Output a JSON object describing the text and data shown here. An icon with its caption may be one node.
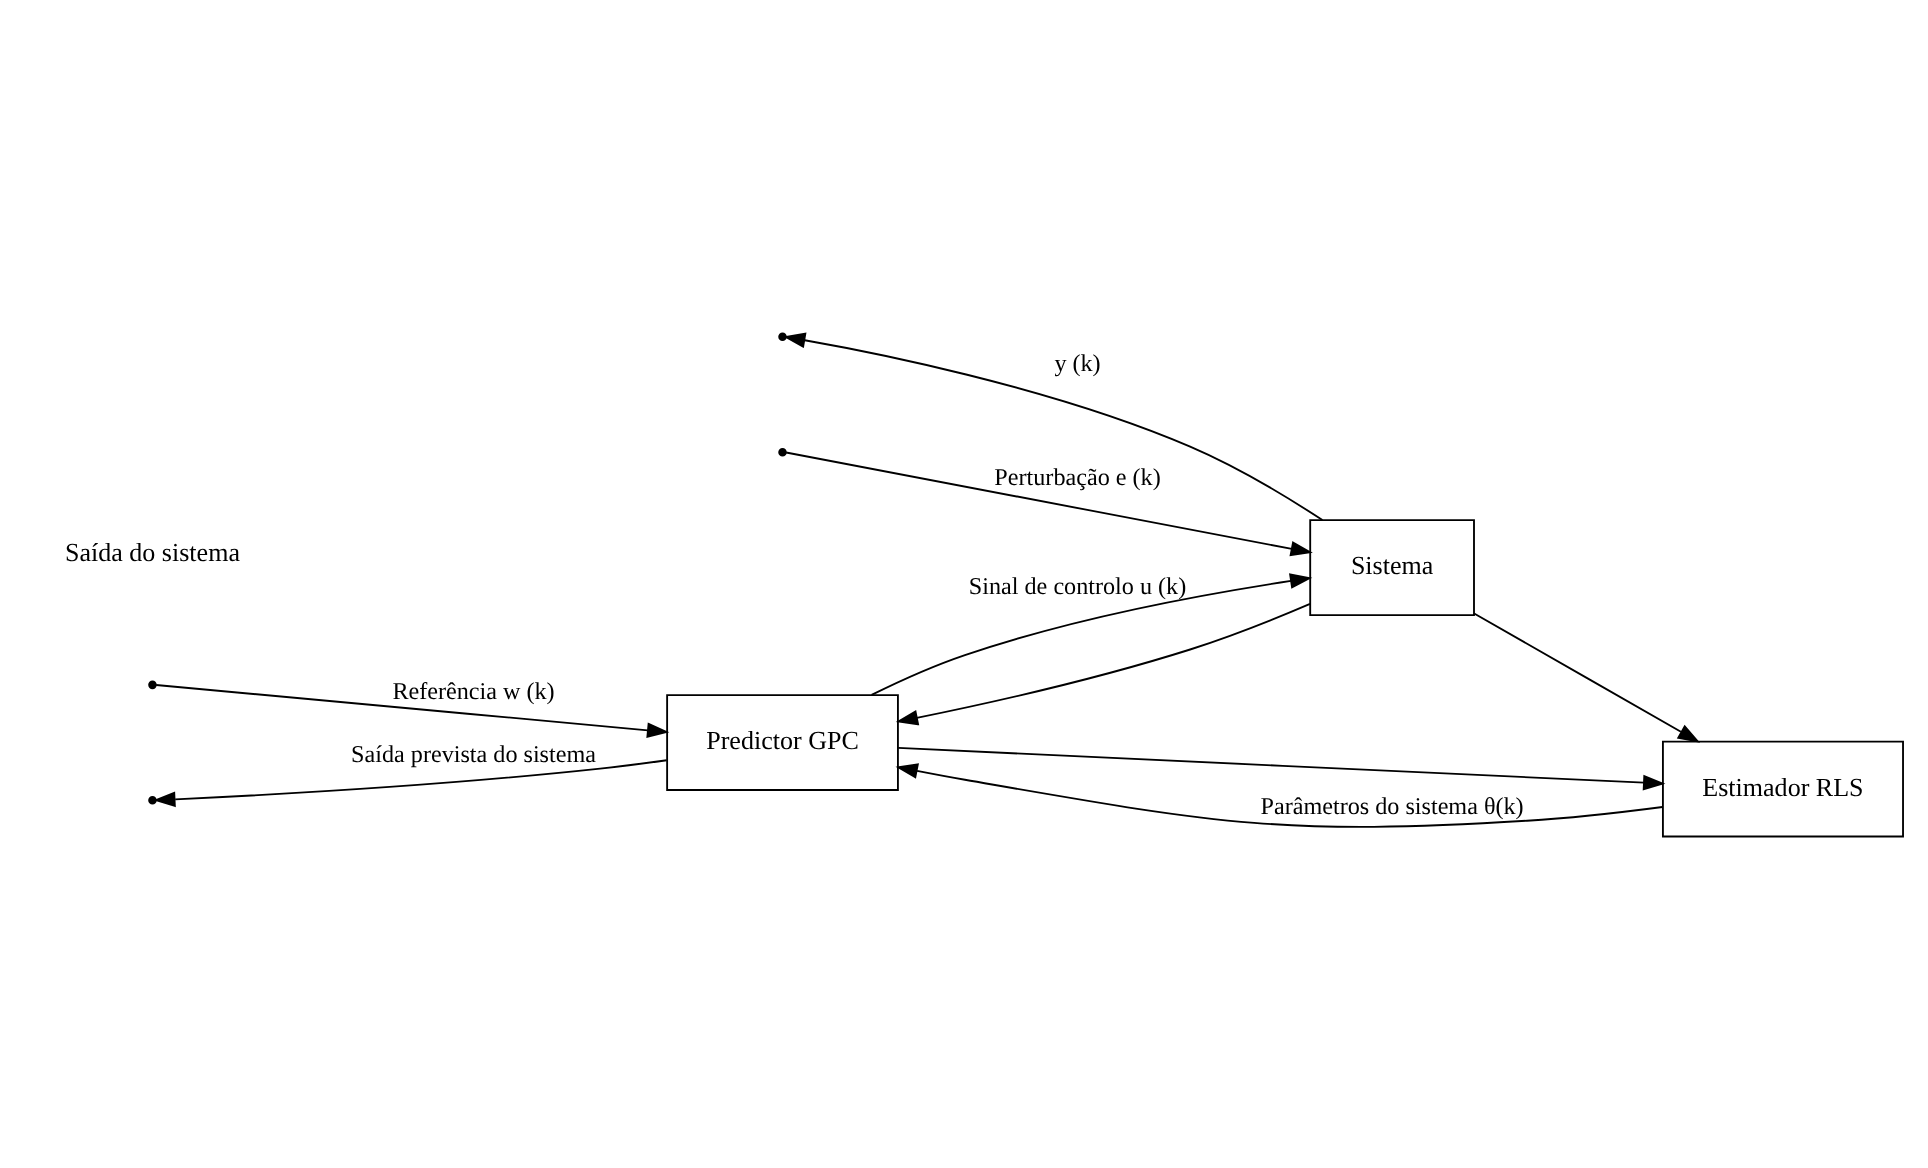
{
  "diagram": {
    "nodes": [
      {
        "text": [
          "Predictor GPC"
        ]
      },
      {
        "text": [
          "Estimador RLS"
        ]
      },
      {
        "text": [
          "Sistema"
        ]
      }
    ],
    "edges": [
      {
        "from": null,
        "to": 0,
        "arrow": "to",
        "label": "Referência w (k)"
      },
      {
        "from": 0,
        "to": null,
        "arrow": "to",
        "label": "Saída prevista do sistema"
      },
      {
        "from": 0,
        "to": 2,
        "arrow": "to",
        "label": "Sinal de controlo u (k)"
      },
      {
        "from": 0,
        "to": 1,
        "arrow": "to"
      },
      {
        "from": 1,
        "to": 0,
        "arrow": "to",
        "label": "Parâmetros do sistema θ(k)"
      },
      {
        "from": 2,
        "to": null,
        "arrow": "to",
        "label": "y (k)"
      },
      {
        "from": 2,
        "to": 1,
        "arrow": "to"
      },
      {
        "from": 2,
        "to": 0,
        "arrow": "to"
      },
      {
        "from": null,
        "to": 2,
        "arrow": "to",
        "label": "Perturbação e (k)"
      }
    ],
    "labels": [
      "Saída do sistema"
    ]
  }
}
